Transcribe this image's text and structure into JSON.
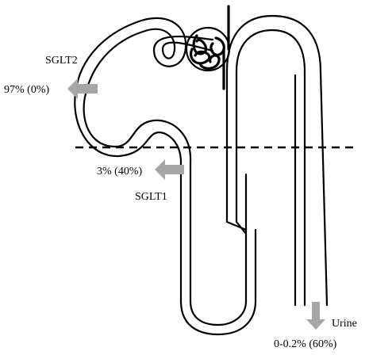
{
  "labels": {
    "sglt2": "SGLT2",
    "sglt2_value": "97% (0%)",
    "sglt1": "SGLT1",
    "sglt1_value": "3% (40%)",
    "urine": "Urine",
    "urine_value": "0-0.2% (60%)"
  },
  "colors": {
    "line": "#000000",
    "arrow": "#a6a6a6",
    "background": "#ffffff"
  }
}
